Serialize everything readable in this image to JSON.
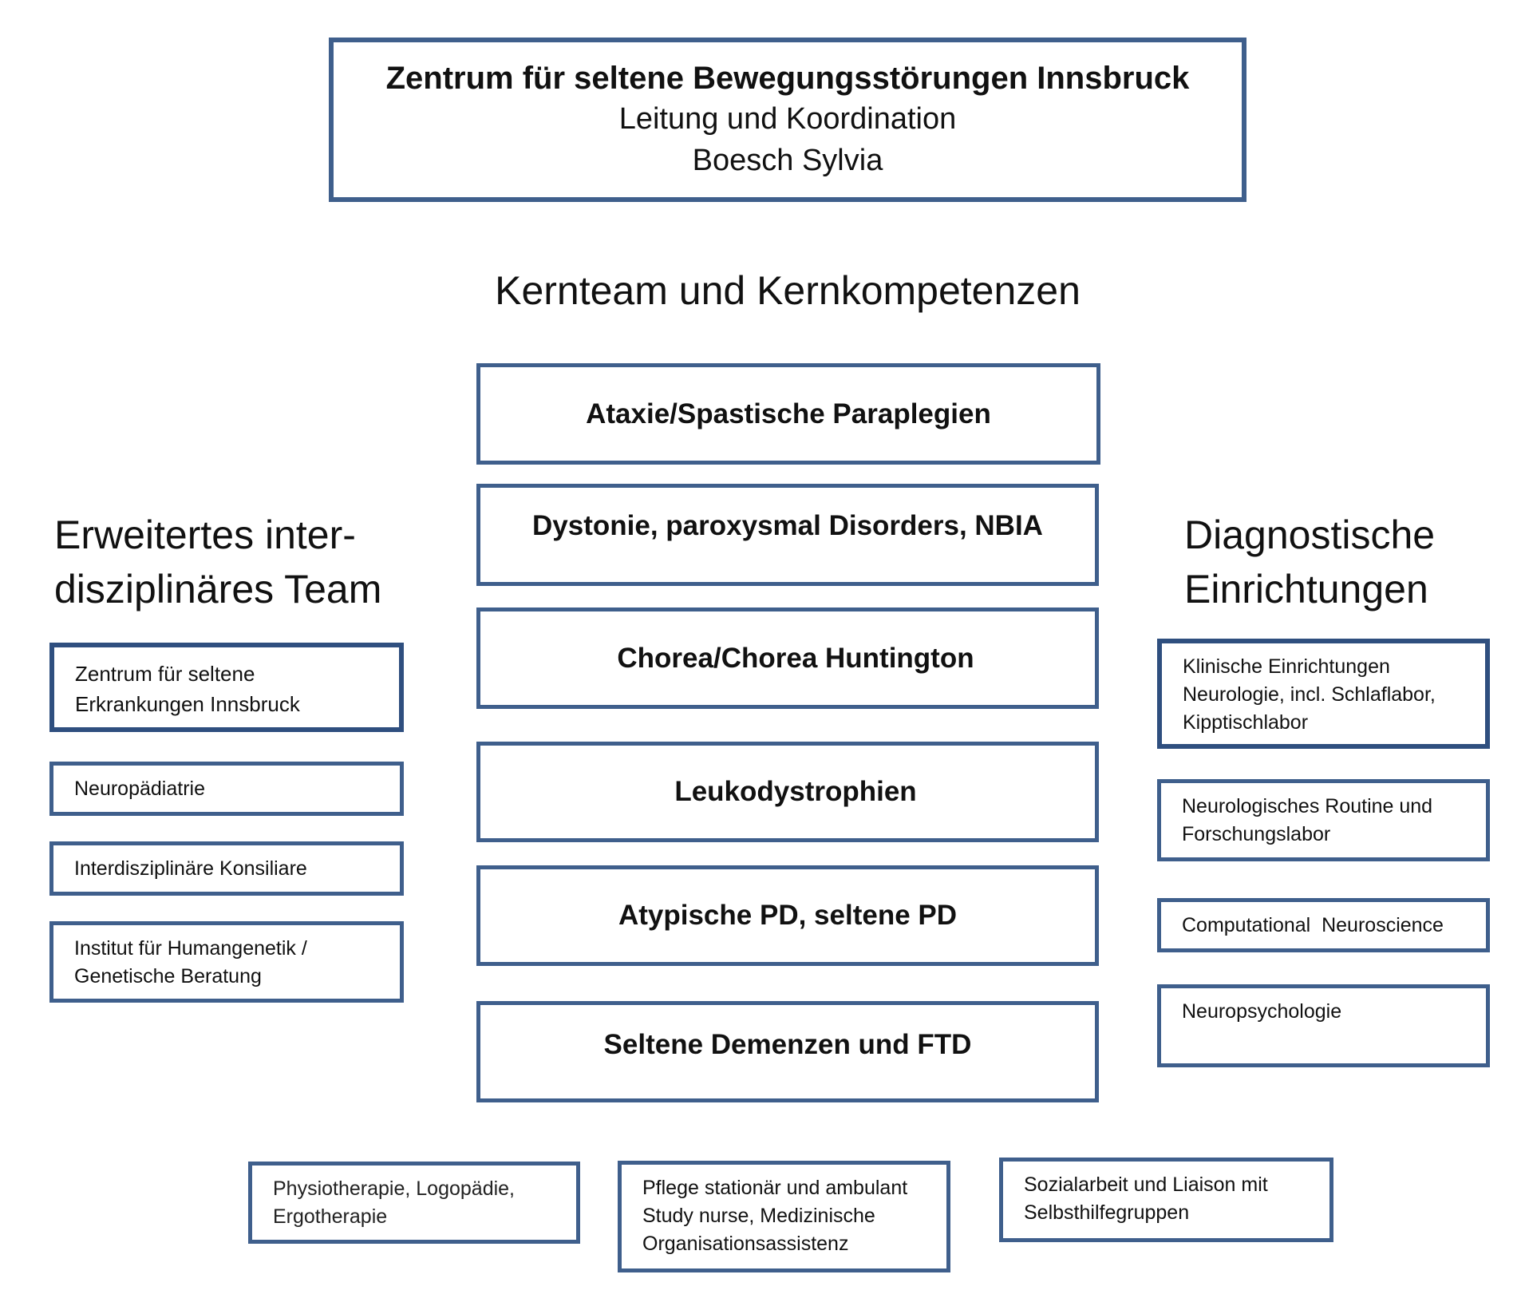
{
  "header": {
    "title": "Zentrum für seltene Bewegungsstörungen Innsbruck",
    "line2": "Leitung und Koordination",
    "line3": "Boesch Sylvia"
  },
  "center_heading": "Kernteam und Kernkompetenzen",
  "left_heading": {
    "line1": "Erweitertes inter-",
    "line2": "disziplinäres Team"
  },
  "right_heading": {
    "line1": "Diagnostische",
    "line2": "Einrichtungen"
  },
  "core_items": [
    "Ataxie/Spastische Paraplegien",
    "Dystonie, paroxysmal Disorders, NBIA",
    "Chorea/Chorea Huntington",
    "Leukodystrophien",
    "Atypische PD, seltene PD",
    "Seltene Demenzen und FTD"
  ],
  "left_items": [
    {
      "line1": "Zentrum für seltene",
      "line2": "Erkrankungen Innsbruck"
    },
    {
      "line1": "Neuropädiatrie"
    },
    {
      "line1": "Interdisziplinäre Konsiliare"
    },
    {
      "line1": "Institut für Humangenetik /",
      "line2": "Genetische Beratung"
    }
  ],
  "right_items": [
    {
      "line1": "Klinische Einrichtungen",
      "line2": "Neurologie, incl. Schlaflabor,",
      "line3": "Kipptischlabor"
    },
    {
      "line1": "Neurologisches Routine und",
      "line2": "Forschungslabor"
    },
    {
      "line1": "Computational  Neuroscience"
    },
    {
      "line1": "Neuropsychologie"
    }
  ],
  "bottom_items": [
    {
      "line1": "Physiotherapie, Logopädie,",
      "line2": "Ergotherapie"
    },
    {
      "line1": "Pflege stationär und ambulant",
      "line2": "Study nurse, Medizinische",
      "line3": "Organisationsassistenz"
    },
    {
      "line1": "Sozialarbeit und Liaison mit",
      "line2": "Selbsthilfegruppen"
    }
  ]
}
